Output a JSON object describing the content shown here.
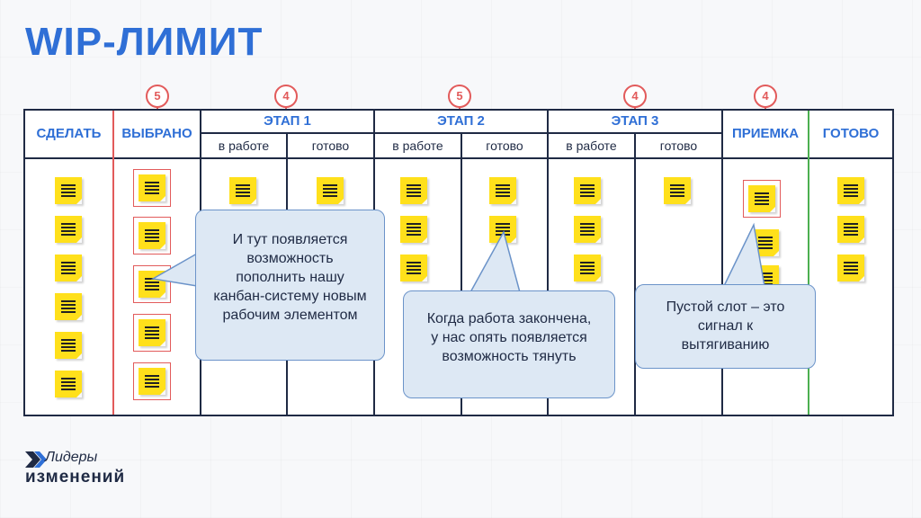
{
  "title": "WIP-ЛИМИТ",
  "columns": {
    "todo": "СДЕЛАТЬ",
    "selected": "ВЫБРАНО",
    "stage1": "ЭТАП 1",
    "stage2": "ЭТАП 2",
    "stage3": "ЭТАП 3",
    "acceptance": "ПРИЕМКА",
    "done": "ГОТОВО"
  },
  "subcolumns": {
    "in_progress": "в работе",
    "ready": "готово"
  },
  "wip_limits": {
    "selected": "5",
    "stage1": "4",
    "stage2": "5",
    "stage3": "4",
    "acceptance": "4"
  },
  "callouts": {
    "replenish": "И тут появляется возможность пополнить нашу канбан-систему новым рабочим элементом",
    "work_done": "Когда работа закончена, у нас опять появляется возможность тянуть",
    "empty_slot": "Пустой слот – это сигнал к вытягиванию"
  },
  "logo": {
    "line1": "Лидеры",
    "line2": "изменений"
  },
  "colors": {
    "accent": "#2f6fd6",
    "limit": "#e25b5b",
    "done_border": "#4caf50",
    "sticky": "#ffe01b"
  }
}
